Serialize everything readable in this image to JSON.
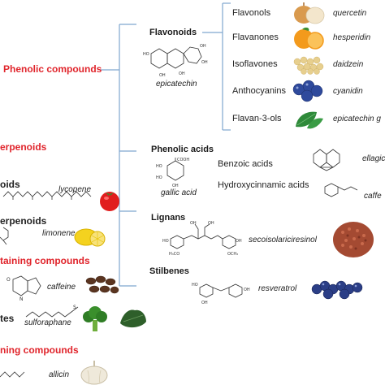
{
  "main_category": "Phenolic compounds",
  "left_categories": {
    "terpenoids_partial": "erpenoids",
    "carotenoids_partial": "oids",
    "monoterpenoids_partial": "erpenoids",
    "nitrogen_partial": "taining compounds",
    "glucosinolates_partial": "tes",
    "sulfur_partial": "ning compounds"
  },
  "left_items": {
    "lycopene": "lycopene",
    "limonene": "limonene",
    "caffeine": "caffeine",
    "sulforaphane": "sulforaphane",
    "allicin": "allicin"
  },
  "flavonoids": {
    "heading": "Flavonoids",
    "example": "epicatechin",
    "subclasses": [
      {
        "name": "Flavonols",
        "compound": "quercetin",
        "food_icon": "onion-icon"
      },
      {
        "name": "Flavanones",
        "compound": "hesperidin",
        "food_icon": "orange-icon"
      },
      {
        "name": "Isoflavones",
        "compound": "daidzein",
        "food_icon": "soybeans-icon"
      },
      {
        "name": "Anthocyanins",
        "compound": "cyanidin",
        "food_icon": "blueberries-icon"
      },
      {
        "name": "Flavan-3-ols",
        "compound": "epicatechin g",
        "food_icon": "tea-leaves-icon"
      }
    ]
  },
  "phenolic_acids": {
    "heading": "Phenolic acids",
    "example": "gallic acid",
    "subclass_1": "Benzoic acids",
    "subclass_2": "Hydroxycinnamic acids",
    "compound_1": "ellagic",
    "compound_2": "caffe"
  },
  "lignans": {
    "heading": "Lignans",
    "compound": "secoisolariciresinol",
    "food_icon": "flaxseed-icon"
  },
  "stilbenes": {
    "heading": "Stilbenes",
    "compound": "resveratrol",
    "food_icon": "grapes-icon"
  },
  "colors": {
    "category_red": "#e0242b",
    "bracket_blue": "#7fa6cf"
  }
}
